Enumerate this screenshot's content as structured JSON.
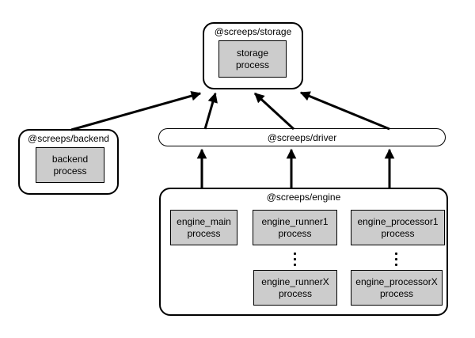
{
  "colors": {
    "background": "#ffffff",
    "node_border": "#000000",
    "process_fill": "#cccccc",
    "arrow": "#000000"
  },
  "icons": {
    "ellipsis": "vertical-dots-icon"
  },
  "nodes": {
    "storage": {
      "title": "@screeps/storage",
      "process": {
        "line1": "storage",
        "line2": "process"
      }
    },
    "backend": {
      "title": "@screeps/backend",
      "process": {
        "line1": "backend",
        "line2": "process"
      }
    },
    "driver": {
      "title": "@screeps/driver"
    },
    "engine": {
      "title": "@screeps/engine",
      "processes": [
        {
          "line1": "engine_main",
          "line2": "process"
        },
        {
          "line1": "engine_runner1",
          "line2": "process"
        },
        {
          "line1": "engine_processor1",
          "line2": "process"
        },
        {
          "line1": "engine_runnerX",
          "line2": "process"
        },
        {
          "line1": "engine_processorX",
          "line2": "process"
        }
      ]
    }
  },
  "edges": [
    {
      "from": "@screeps/backend",
      "to": "@screeps/storage",
      "count": 1
    },
    {
      "from": "@screeps/driver",
      "to": "@screeps/storage",
      "count": 3
    },
    {
      "from": "@screeps/engine",
      "to": "@screeps/driver",
      "count": 3
    }
  ]
}
